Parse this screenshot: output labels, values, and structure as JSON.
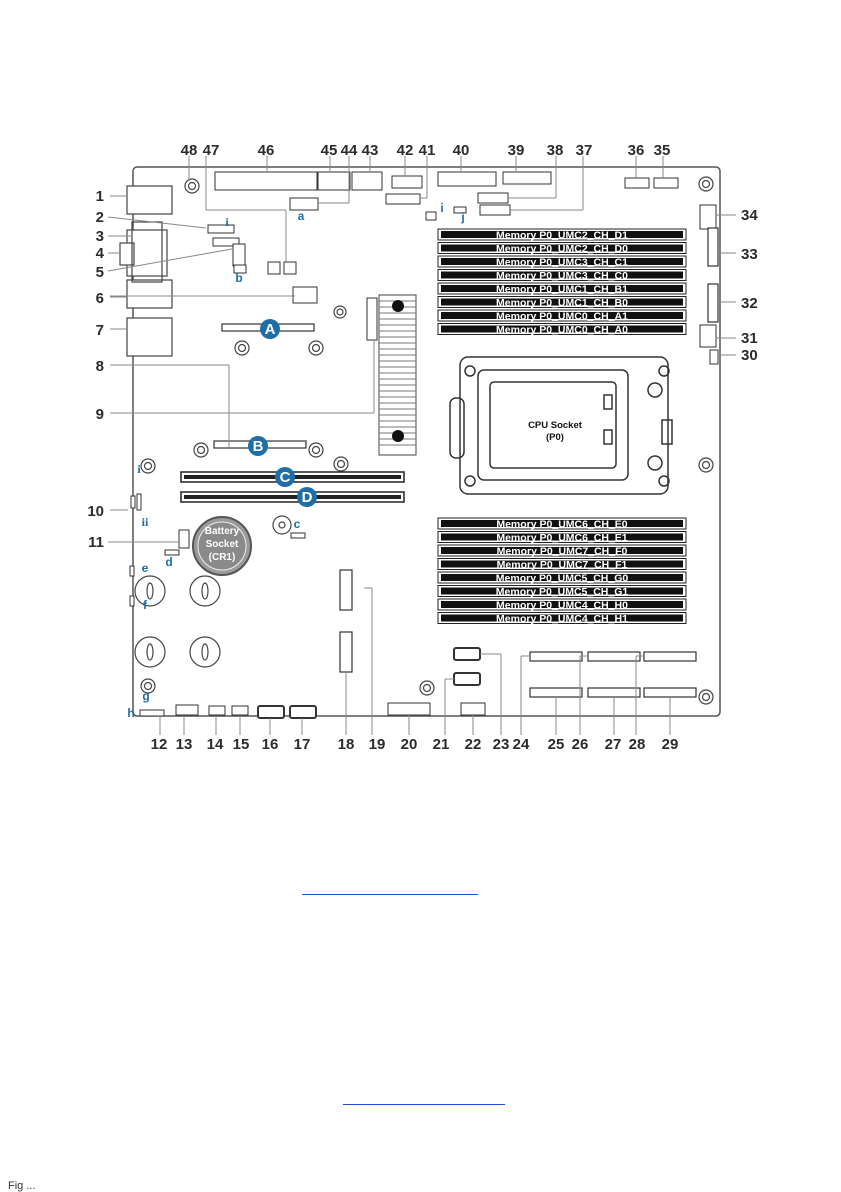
{
  "callouts_top": [
    "48",
    "47",
    "46",
    "45",
    "44",
    "43",
    "42",
    "41",
    "40",
    "39",
    "38",
    "37",
    "36",
    "35"
  ],
  "callouts_left": [
    "1",
    "2",
    "3",
    "4",
    "5",
    "6",
    "7",
    "8",
    "9",
    "10",
    "11"
  ],
  "callouts_right": [
    "34",
    "33",
    "32",
    "31",
    "30"
  ],
  "callouts_bottom": [
    "12",
    "13",
    "14",
    "15",
    "16",
    "17",
    "18",
    "19",
    "20",
    "21",
    "22",
    "23",
    "24",
    "25",
    "26",
    "27",
    "28",
    "29"
  ],
  "memory_slots_top": [
    "Memory P0_UMC2_CH_D1",
    "Memory P0_UMC2_CH_D0",
    "Memory P0_UMC3_CH_C1",
    "Memory P0_UMC3_CH_C0",
    "Memory P0_UMC1_CH_B1",
    "Memory P0_UMC1_CH_B0",
    "Memory P0_UMC0_CH_A1",
    "Memory P0_UMC0_CH_A0"
  ],
  "memory_slots_bottom": [
    "Memory P0_UMC6_CH_E0",
    "Memory P0_UMC6_CH_E1",
    "Memory P0_UMC7_CH_F0",
    "Memory P0_UMC7_CH_F1",
    "Memory P0_UMC5_CH_G0",
    "Memory P0_UMC5_CH_G1",
    "Memory P0_UMC4_CH_H0",
    "Memory P0_UMC4_CH_H1"
  ],
  "cpu_socket": {
    "line1": "CPU Socket",
    "line2": "(P0)"
  },
  "battery": {
    "line1": "Battery",
    "line2": "Socket",
    "line3": "(CR1)"
  },
  "slot_letters": [
    "A",
    "B",
    "C",
    "D"
  ],
  "jumper_letters": [
    "a",
    "b",
    "c",
    "d",
    "e",
    "f",
    "g",
    "h",
    "i",
    "j"
  ],
  "led_labels": [
    "i",
    "ii",
    "i"
  ],
  "colors": {
    "accent_blue": "#1e6ea8",
    "link_blue": "#1a4fd6",
    "board_outline": "#555555",
    "dimm_black": "#111111"
  },
  "footer_fragment": "Fig    ..."
}
